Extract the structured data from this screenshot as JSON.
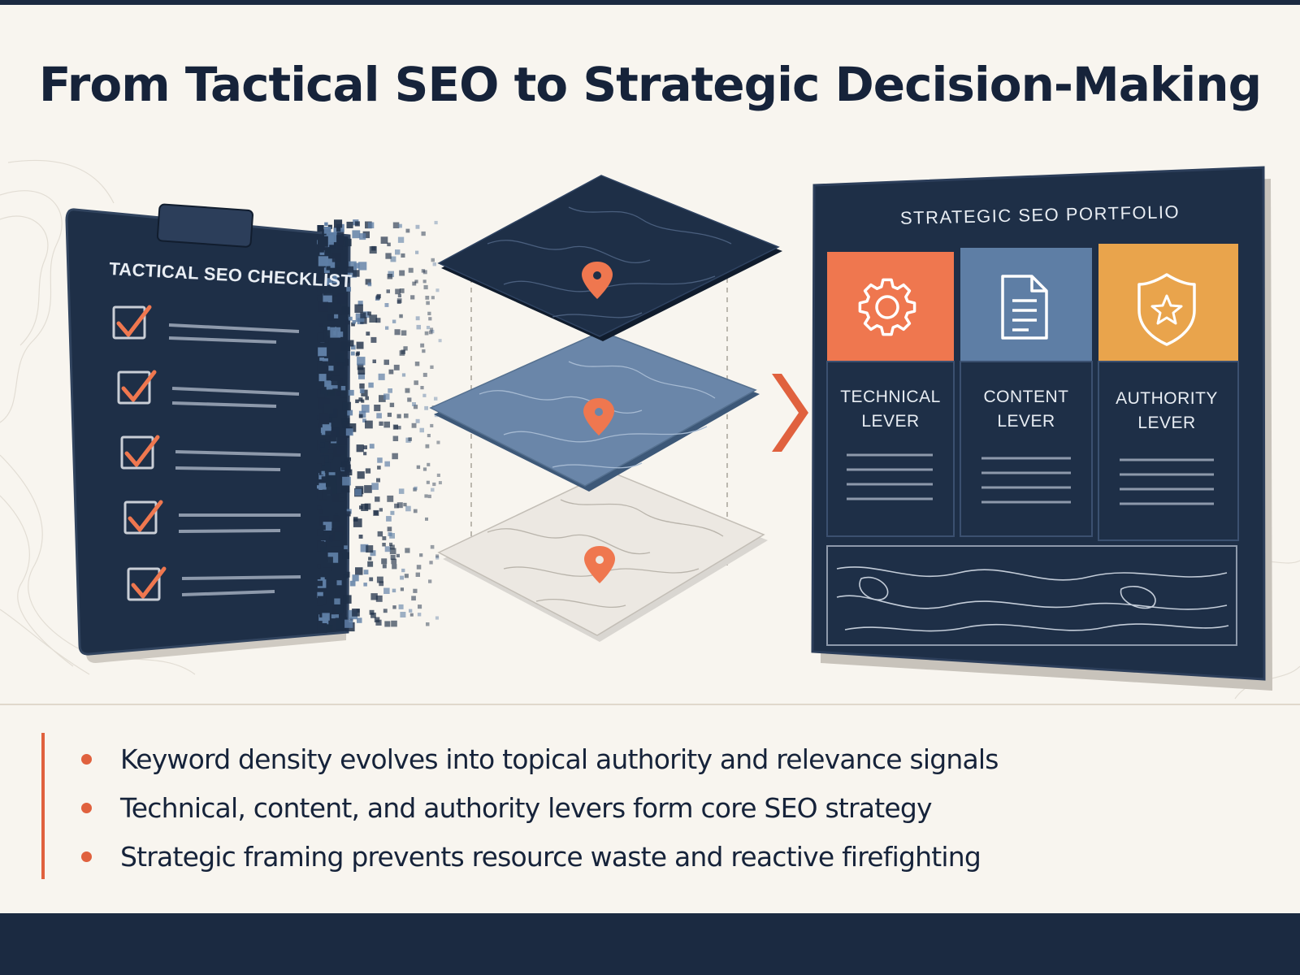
{
  "title": "From Tactical SEO to Strategic Decision-Making",
  "colors": {
    "navy": "#1e2f47",
    "accent_orange": "#ef774f",
    "slate_blue": "#5e7ea5",
    "amber": "#e9a44c",
    "background": "#f8f5ef"
  },
  "checklist": {
    "title": "TACTICAL SEO CHECKLIST",
    "items_checked": 5
  },
  "map_layers": {
    "count": 3,
    "pin_icon": "location-pin-icon"
  },
  "portfolio": {
    "title": "STRATEGIC SEO PORTFOLIO",
    "levers": [
      {
        "label_line1": "TECHNICAL",
        "label_line2": "LEVER",
        "icon": "gear-icon",
        "color": "#ef774f"
      },
      {
        "label_line1": "CONTENT",
        "label_line2": "LEVER",
        "icon": "document-icon",
        "color": "#5e7ea5"
      },
      {
        "label_line1": "AUTHORITY",
        "label_line2": "LEVER",
        "icon": "shield-star-icon",
        "color": "#e9a44c"
      }
    ]
  },
  "bullets": [
    "Keyword density evolves into topical authority and relevance signals",
    "Technical, content, and authority levers form core SEO strategy",
    "Strategic framing prevents resource waste and reactive firefighting"
  ]
}
